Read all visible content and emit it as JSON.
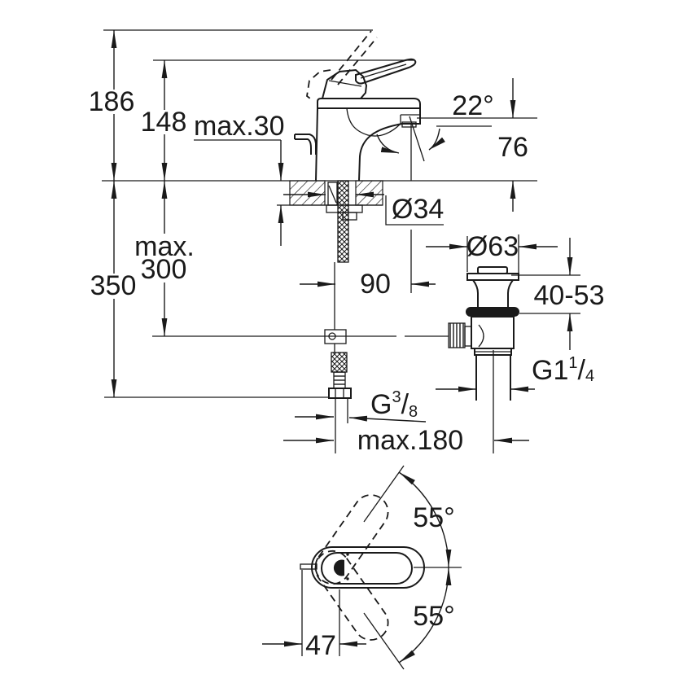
{
  "colors": {
    "ink": "#1a1a1a",
    "background": "#ffffff"
  },
  "side_view": {
    "dims": {
      "overall_height": "186",
      "spout_tip_height": "148",
      "deck_thickness": "max.30",
      "spout_angle": "22°",
      "outlet_height": "76",
      "hole_diameter": "Ø34",
      "waste_flange_diameter": "Ø63",
      "hose_depth_word": "max.",
      "hose_depth_value": "300",
      "supply_length": "350",
      "spout_reach": "90",
      "basin_thickness_range": "40-53",
      "waste_thread_base": "G1",
      "waste_thread_sup": "1",
      "waste_thread_slash": "/",
      "waste_thread_sub": "4",
      "supply_thread_base": "G",
      "supply_thread_sup": "3",
      "supply_thread_slash": "/",
      "supply_thread_sub": "8",
      "drain_offset": "max.180"
    }
  },
  "top_view": {
    "dims": {
      "handle_swing_up": "55°",
      "handle_swing_down": "55°",
      "handle_offset": "47"
    }
  }
}
